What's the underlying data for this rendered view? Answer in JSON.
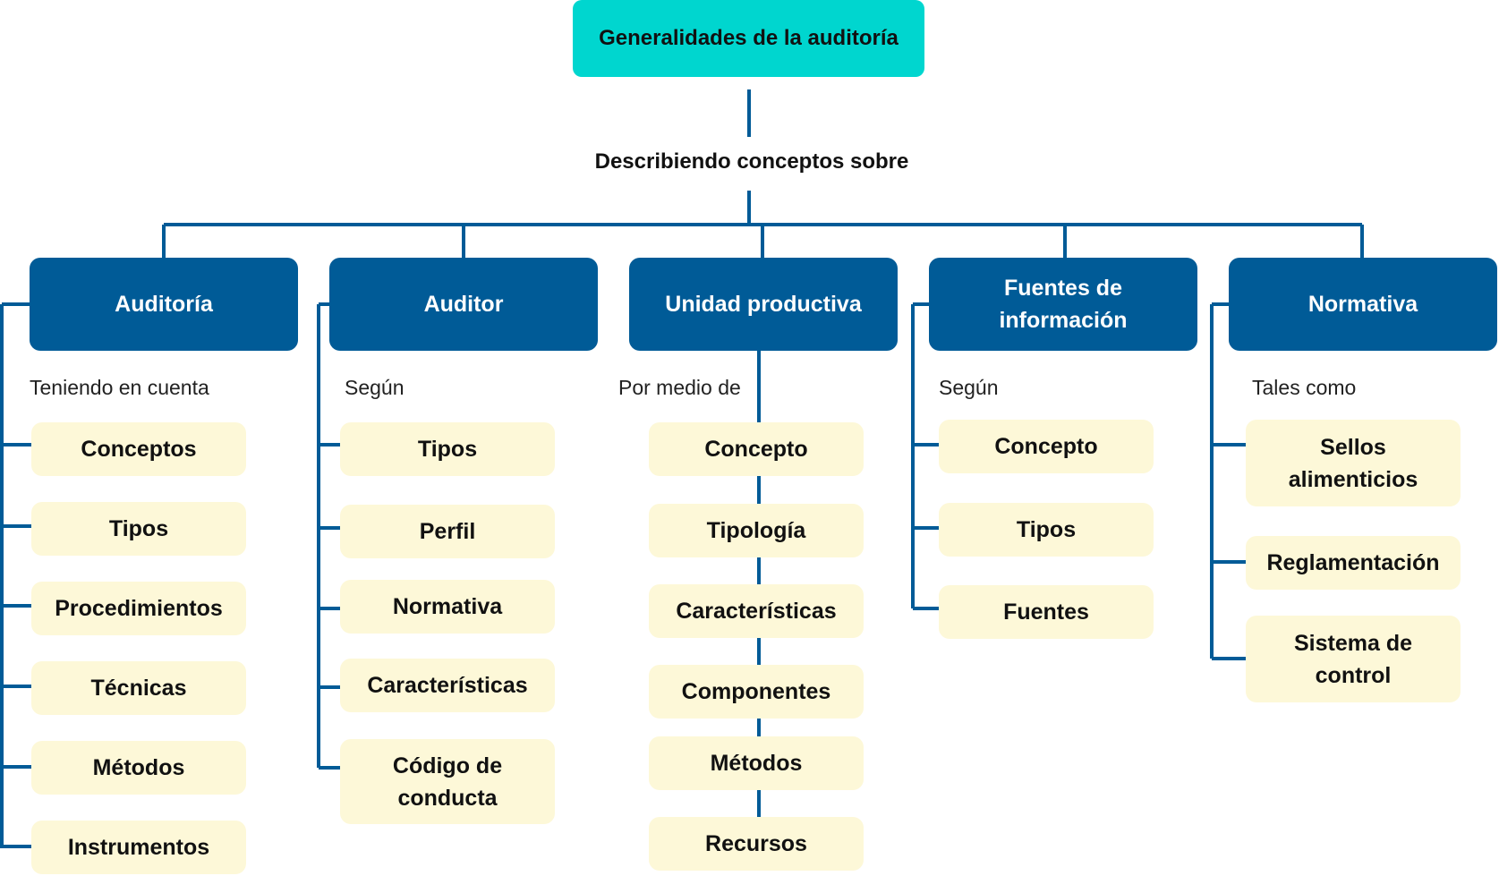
{
  "root": {
    "title": "Generalidades de la auditoría"
  },
  "connector": "Describiendo conceptos sobre",
  "colors": {
    "root": "#00d6cf",
    "category": "#005b97",
    "item": "#fdf8d8",
    "line": "#005b97"
  },
  "categories": [
    {
      "title": "Auditoría",
      "label": "Teniendo en cuenta",
      "items": [
        "Conceptos",
        "Tipos",
        "Procedimientos",
        "Técnicas",
        "Métodos",
        "Instrumentos"
      ]
    },
    {
      "title": "Auditor",
      "label": "Según",
      "items": [
        "Tipos",
        "Perfil",
        "Normativa",
        "Características",
        "Código de conducta"
      ]
    },
    {
      "title": "Unidad productiva",
      "label": "Por medio de",
      "items": [
        "Concepto",
        "Tipología",
        "Características",
        "Componentes",
        "Métodos",
        "Recursos"
      ]
    },
    {
      "title": "Fuentes de información",
      "label": "Según",
      "items": [
        "Concepto",
        "Tipos",
        "Fuentes"
      ]
    },
    {
      "title": "Normativa",
      "label": "Tales como",
      "items": [
        "Sellos alimenticios",
        "Reglamentación",
        "Sistema de control"
      ]
    }
  ]
}
